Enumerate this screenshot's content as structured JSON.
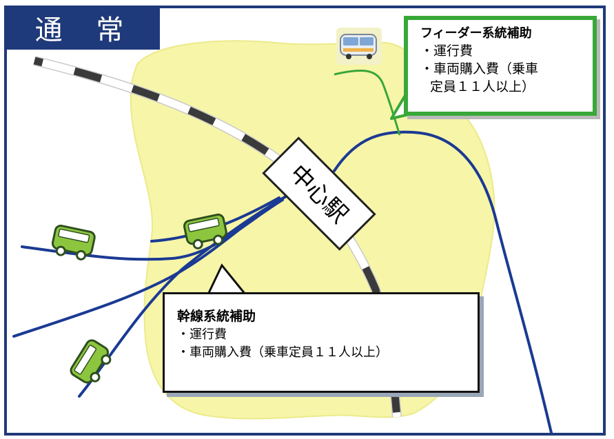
{
  "header": {
    "label": "通 常"
  },
  "station": {
    "label": "中心駅"
  },
  "feeder": {
    "title": "フィーダー系統補助",
    "items": [
      "・運行費",
      "・車両購入費（乗車",
      "定員１１人以上）"
    ]
  },
  "trunk": {
    "title": "幹線系統補助",
    "items": [
      "・運行費",
      "・車両購入費（乗車定員１１人以上）"
    ]
  },
  "colors": {
    "frame": "#1f3a7a",
    "area": "#f7f5a8",
    "route": "#1a3a93",
    "feeder_route": "#3aa63a",
    "bus_green": "#8cc63f"
  }
}
